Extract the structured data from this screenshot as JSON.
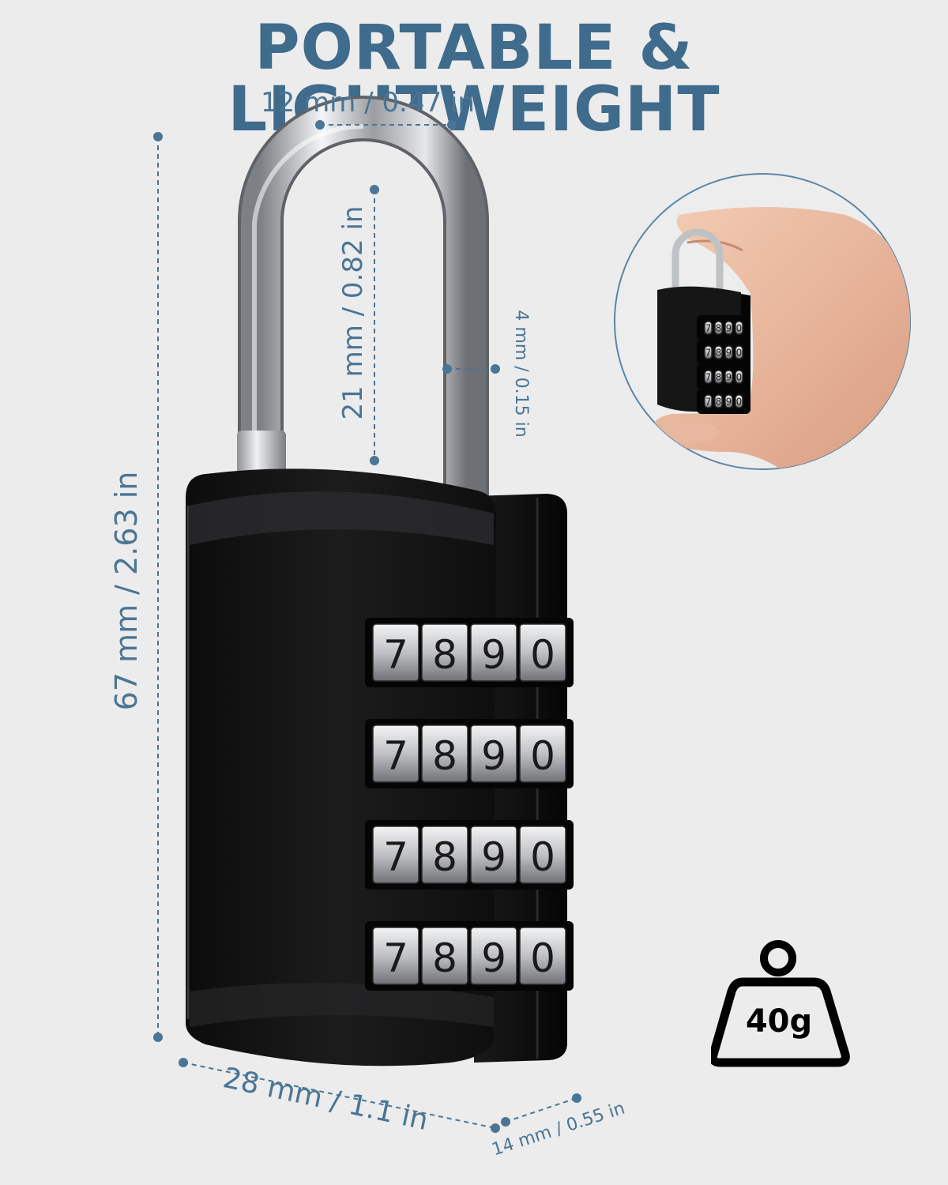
{
  "headline": "PORTABLE & LIGHTWEIGHT",
  "dimensions": {
    "shackle_width": "12 mm / 0.47 in",
    "shackle_height": "21 mm / 0.82 in",
    "shackle_thickness": "4 mm / 0.15 in",
    "total_height": "67 mm / 2.63 in",
    "body_width": "28 mm / 1.1 in",
    "body_depth": "14 mm / 0.55 in"
  },
  "dial_rows": [
    [
      "7",
      "8",
      "9",
      "0"
    ],
    [
      "7",
      "8",
      "9",
      "0"
    ],
    [
      "7",
      "8",
      "9",
      "0"
    ],
    [
      "7",
      "8",
      "9",
      "0"
    ]
  ],
  "weight": "40g",
  "colors": {
    "background": "#ececec",
    "accent": "#3f6b8c",
    "dimension": "#4a7596",
    "lock_body": "#141414",
    "shackle": "#c7c9cc"
  },
  "icons": [
    "weight-icon",
    "combination-padlock",
    "hand-holding-lock-photo"
  ]
}
